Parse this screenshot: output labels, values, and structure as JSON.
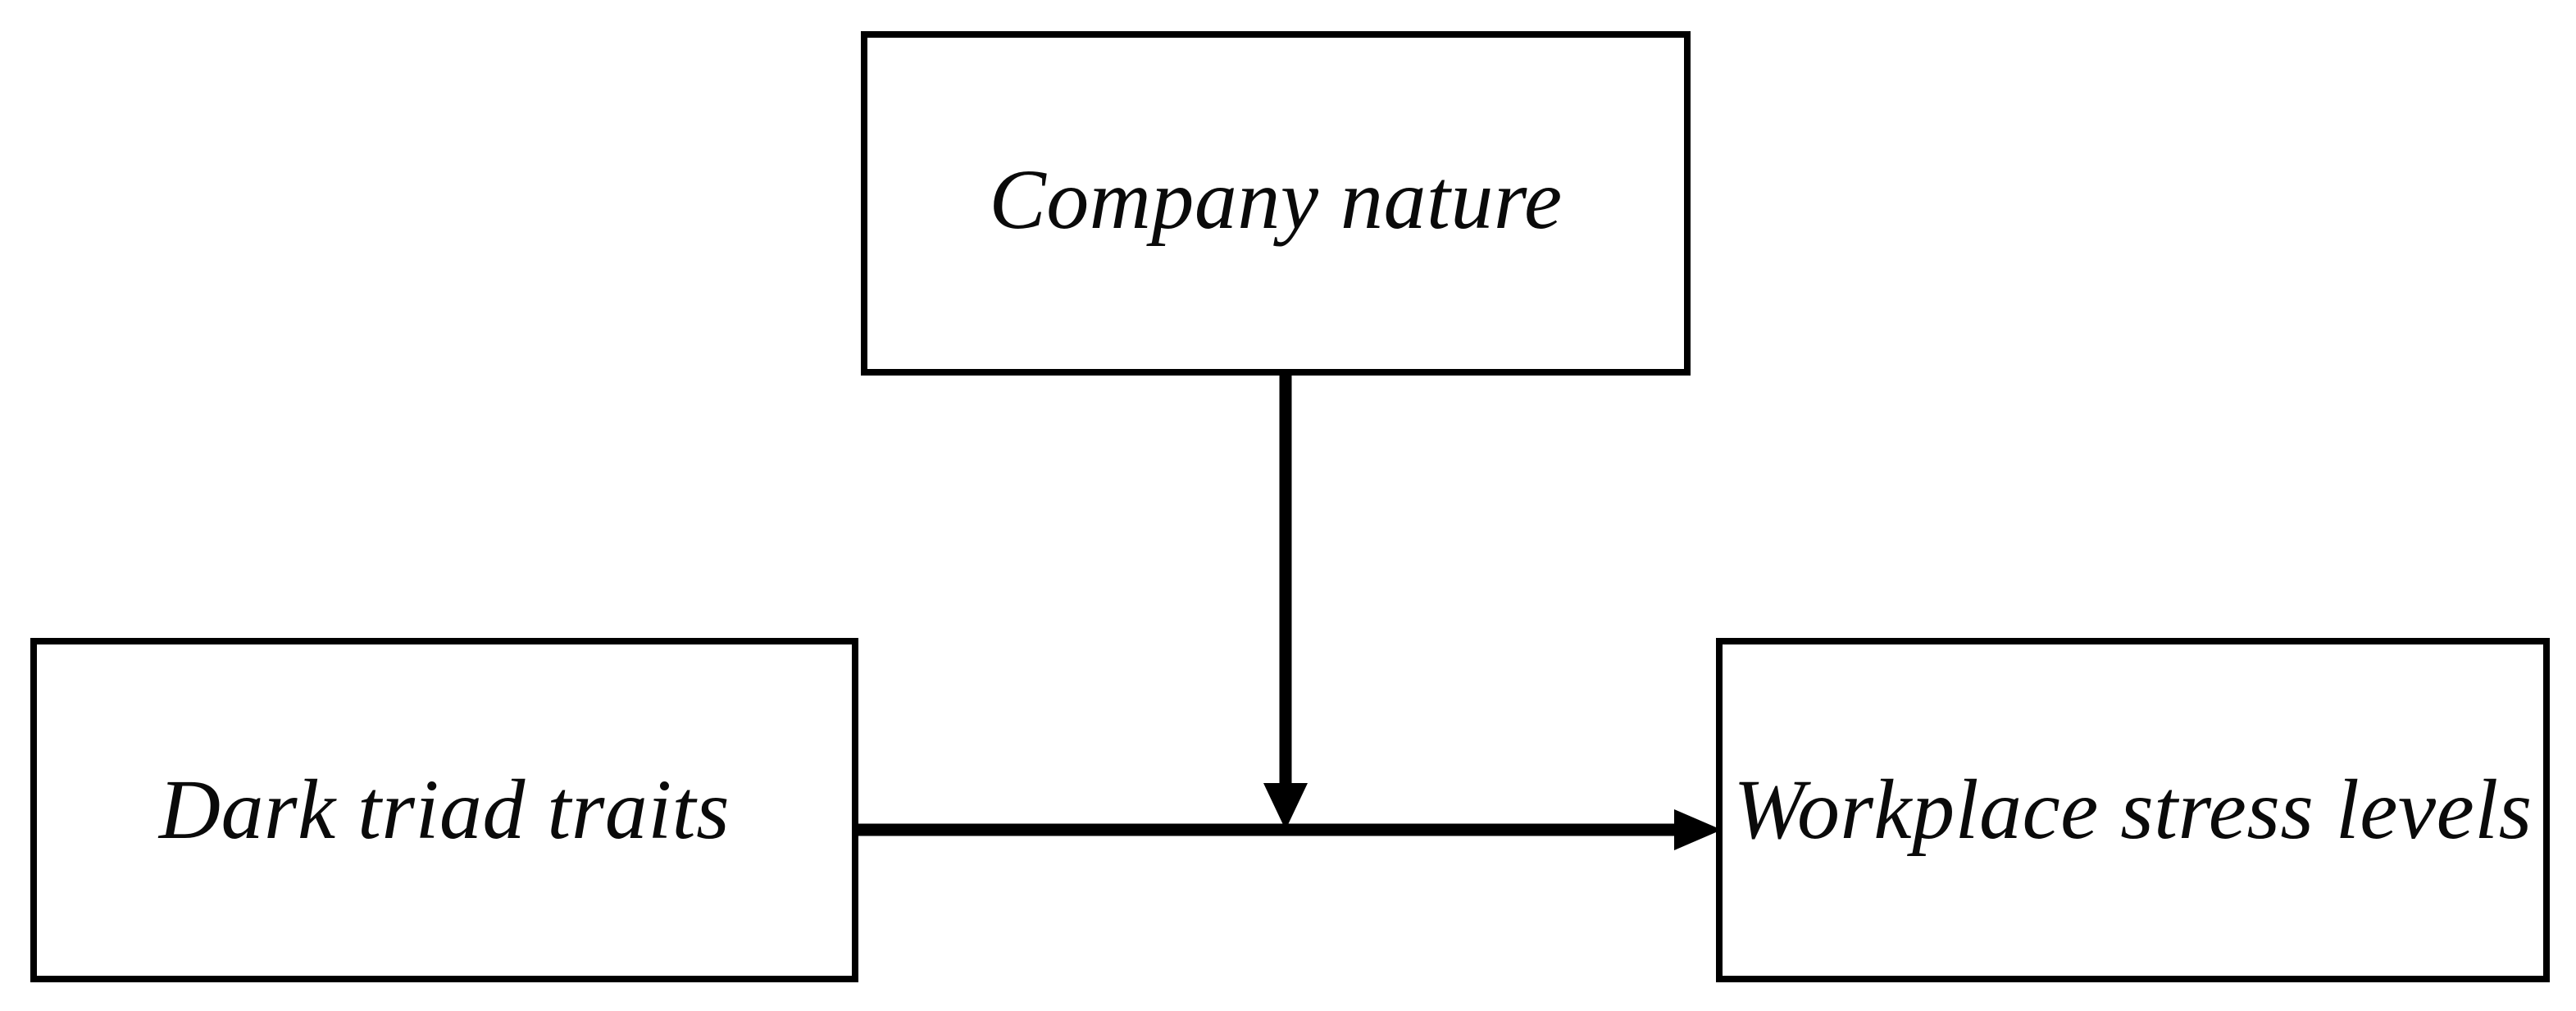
{
  "diagram": {
    "type": "moderation-model",
    "title": "",
    "background_color": "#ffffff",
    "stroke_color": "#000000",
    "text_color": "#0a0a0a",
    "nodes": [
      {
        "id": "moderator",
        "label": "Company nature",
        "role": "moderator",
        "position": "top-center"
      },
      {
        "id": "predictor",
        "label": "Dark triad traits",
        "role": "independent-variable",
        "position": "bottom-left"
      },
      {
        "id": "outcome",
        "label": "Workplace stress levels",
        "role": "dependent-variable",
        "position": "bottom-right"
      }
    ],
    "edges": [
      {
        "id": "main-effect",
        "from": "predictor",
        "to": "outcome",
        "direction": "horizontal-right",
        "arrowhead": "filled-triangle",
        "label": ""
      },
      {
        "id": "moderation-effect",
        "from": "moderator",
        "to": "main-effect",
        "direction": "vertical-down",
        "arrowhead": "filled-triangle",
        "label": ""
      }
    ]
  }
}
